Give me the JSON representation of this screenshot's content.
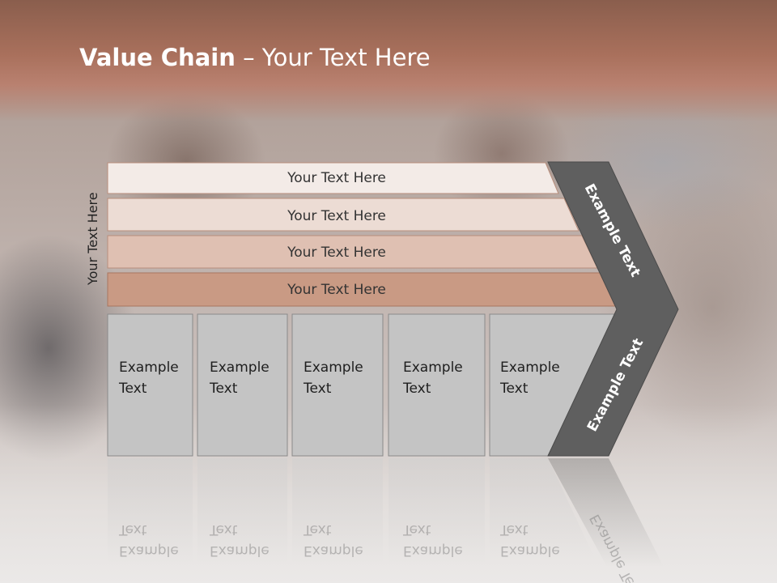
{
  "slide": {
    "title_bold": "Value Chain",
    "title_rest": " – Your Text Here",
    "side_label": "Your Text Here"
  },
  "bars": [
    {
      "label": "Your Text Here",
      "color": "#f3ebe7"
    },
    {
      "label": "Your Text Here",
      "color": "#ecdcd4"
    },
    {
      "label": "Your Text Here",
      "color": "#dfc0b2"
    },
    {
      "label": "Your Text Here",
      "color": "#c99a84"
    }
  ],
  "boxes": [
    {
      "line1": "Example",
      "line2": "Text"
    },
    {
      "line1": "Example",
      "line2": "Text"
    },
    {
      "line1": "Example",
      "line2": "Text"
    },
    {
      "line1": "Example",
      "line2": "Text"
    },
    {
      "line1": "Example",
      "line2": "Text"
    }
  ],
  "chevron": {
    "top_label": "Example Text",
    "bottom_label": "Example Text",
    "color": "#5f5f5f"
  },
  "colors": {
    "header": "#a9705c",
    "box_fill": "#c4c4c4"
  }
}
